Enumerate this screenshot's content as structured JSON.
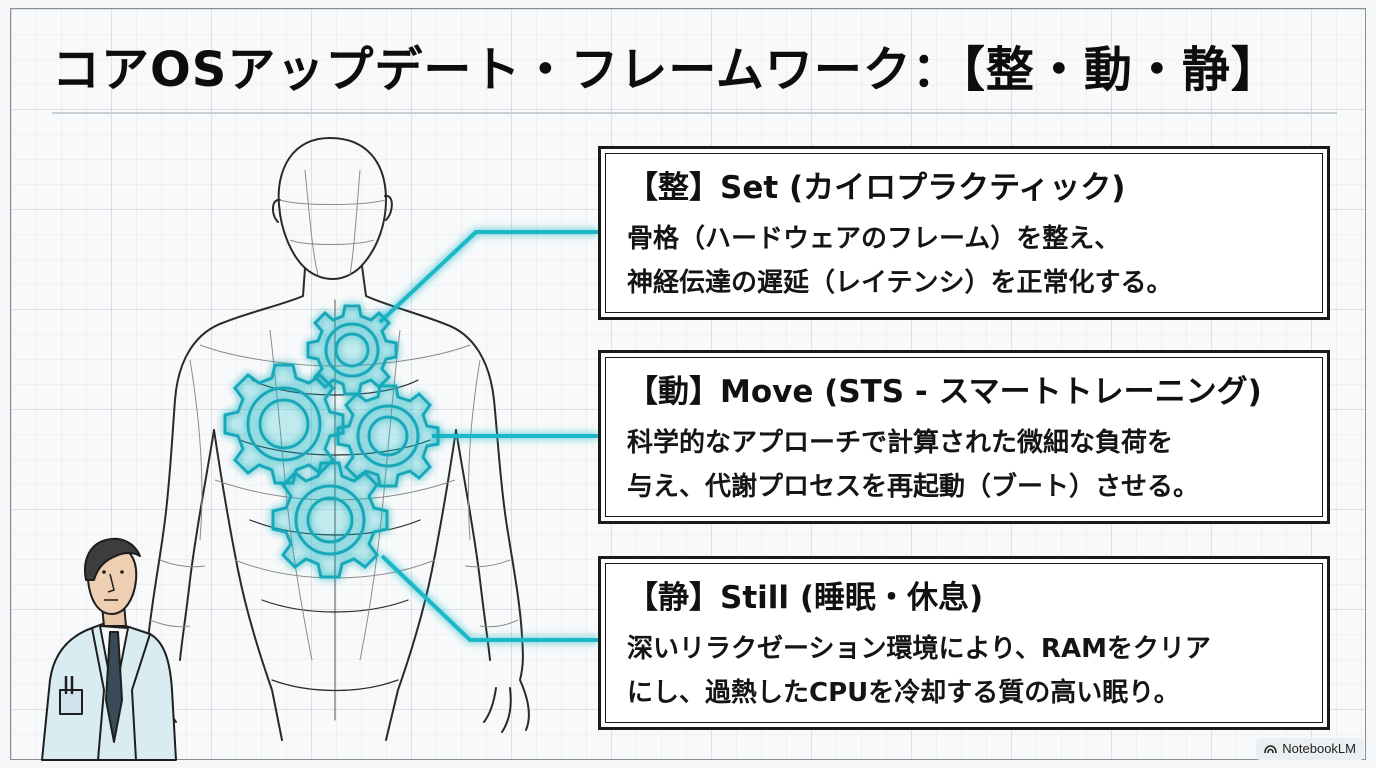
{
  "title": "コアOSアップデート・フレームワーク：【整・動・静】",
  "sections": [
    {
      "heading": "【整】Set (カイロプラクティック)",
      "lines": [
        "骨格（ハードウェアのフレーム）を整え、",
        "神経伝達の遅延（レイテンシ）を正常化する。"
      ]
    },
    {
      "heading": "【動】Move (STS - スマートトレーニング)",
      "lines": [
        "科学的なアプローチで計算された微細な負荷を",
        "与え、代謝プロセスを再起動（ブート）させる。"
      ]
    },
    {
      "heading": "【静】Still (睡眠・休息)",
      "lines": [
        "深いリラクゼーション環境により、RAMをクリア",
        "にし、過熱したCPUを冷却する質の高い眠り。"
      ]
    }
  ],
  "badge": {
    "label": "NotebookLM",
    "icon": "notebooklm-logo-icon"
  },
  "colors": {
    "accent": "#1fb8c8",
    "glow": "#7fe6f0",
    "ink": "#111111",
    "box_bg": "#ffffff"
  }
}
